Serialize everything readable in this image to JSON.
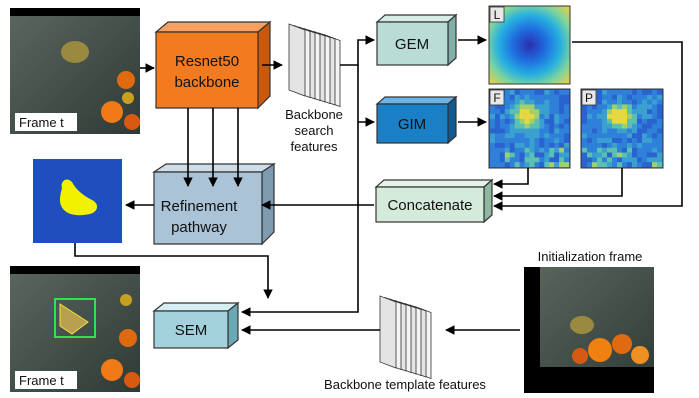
{
  "frames": {
    "input_label": "Frame t",
    "output_label": "Frame t",
    "init_label": "Initialization frame"
  },
  "blocks": {
    "backbone": [
      "Resnet50",
      "backbone"
    ],
    "gem": "GEM",
    "gim": "GIM",
    "refinement": [
      "Refinement",
      "pathway"
    ],
    "concatenate": "Concatenate",
    "sem": "SEM"
  },
  "features": {
    "search": [
      "Backbone",
      "search",
      "features"
    ],
    "template": "Backbone template features"
  },
  "maps": {
    "L": "L",
    "F": "F",
    "P": "P"
  },
  "colors": {
    "backbone": "#f47a20",
    "gim": "#1a7fc4",
    "gem_concat": "#b9dcd6",
    "refinement": "#aac3d6",
    "sem": "#a3d2dc",
    "mask_bg": "#1f4fbf",
    "mask_fg": "#f2f200"
  }
}
